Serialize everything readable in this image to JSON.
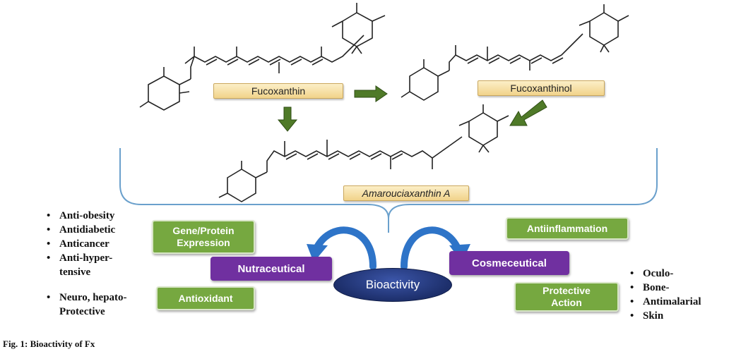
{
  "molecules": {
    "fucoxanthin": "Fucoxanthin",
    "fucoxanthinol": "Fucoxanthinol",
    "amarouciaxanthin": "Amarouciaxanthin A"
  },
  "center": {
    "label": "Bioactivity"
  },
  "categories": {
    "nutraceutical": "Nutraceutical",
    "cosmeceutical": "Cosmeceutical"
  },
  "green_boxes": {
    "gene_protein": [
      "Gene/Protein",
      "Expression"
    ],
    "antioxidant": "Antioxidant",
    "antiinflammation": "Antiinflammation",
    "protective_action": [
      "Protective",
      "Action"
    ]
  },
  "left_bullets": [
    "Anti-obesity",
    "Antidiabetic",
    "Anticancer",
    "Anti-hyper-\ntensive",
    "Neuro, hepato-\nProtective"
  ],
  "right_bullets": [
    "Oculo-",
    "Bone-",
    "Antimalarial",
    "Skin"
  ],
  "caption": "Fig. 1: Bioactivity of Fx",
  "colors": {
    "yellow": "#f1d38a",
    "green": "#76a840",
    "purple": "#7030a0",
    "navy": "#1d2f6b",
    "arrow_green": "#4f7a28",
    "arrow_blue": "#2e74c8",
    "bracket": "#6aa0cc"
  }
}
